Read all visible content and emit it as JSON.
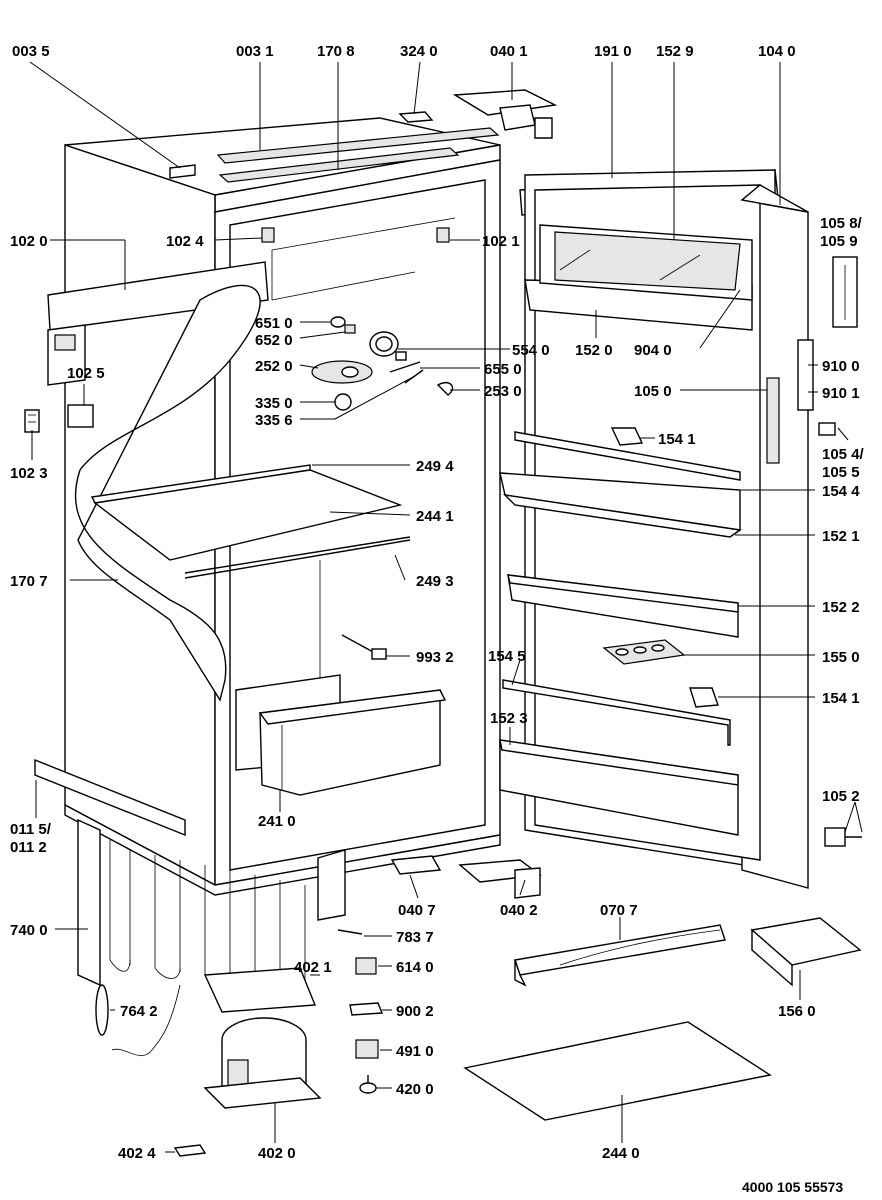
{
  "diagram": {
    "document_code": "4000 105 55573",
    "labels": [
      {
        "id": "l0035",
        "text": "003 5"
      },
      {
        "id": "l0031",
        "text": "003 1"
      },
      {
        "id": "l1708",
        "text": "170 8"
      },
      {
        "id": "l3240",
        "text": "324 0"
      },
      {
        "id": "l0401",
        "text": "040 1"
      },
      {
        "id": "l1910",
        "text": "191 0"
      },
      {
        "id": "l1529",
        "text": "152 9"
      },
      {
        "id": "l1040",
        "text": "104 0"
      },
      {
        "id": "l1020",
        "text": "102 0"
      },
      {
        "id": "l1024",
        "text": "102 4"
      },
      {
        "id": "l1021",
        "text": "102 1"
      },
      {
        "id": "l1058a",
        "text": "105 8/"
      },
      {
        "id": "l1058b",
        "text": "105 9"
      },
      {
        "id": "l6510",
        "text": "651 0"
      },
      {
        "id": "l6520",
        "text": "652 0"
      },
      {
        "id": "l5540",
        "text": "554 0"
      },
      {
        "id": "l2520",
        "text": "252 0"
      },
      {
        "id": "l6550",
        "text": "655 0"
      },
      {
        "id": "l1520",
        "text": "152 0"
      },
      {
        "id": "l9040",
        "text": "904 0"
      },
      {
        "id": "l9100",
        "text": "910 0"
      },
      {
        "id": "l1025",
        "text": "102 5"
      },
      {
        "id": "l2530",
        "text": "253 0"
      },
      {
        "id": "l1050",
        "text": "105 0"
      },
      {
        "id": "l9101",
        "text": "910 1"
      },
      {
        "id": "l3350",
        "text": "335 0"
      },
      {
        "id": "l3356",
        "text": "335 6"
      },
      {
        "id": "l1023",
        "text": "102 3"
      },
      {
        "id": "l1541a",
        "text": "154 1"
      },
      {
        "id": "l1054a",
        "text": "105 4/"
      },
      {
        "id": "l1054b",
        "text": "105 5"
      },
      {
        "id": "l2494",
        "text": "249 4"
      },
      {
        "id": "l1544",
        "text": "154 4"
      },
      {
        "id": "l2441",
        "text": "244 1"
      },
      {
        "id": "l1521",
        "text": "152 1"
      },
      {
        "id": "l1707",
        "text": "170 7"
      },
      {
        "id": "l2493",
        "text": "249 3"
      },
      {
        "id": "l1522",
        "text": "152 2"
      },
      {
        "id": "l9932",
        "text": "993 2"
      },
      {
        "id": "l1545",
        "text": "154 5"
      },
      {
        "id": "l1550",
        "text": "155 0"
      },
      {
        "id": "l1541b",
        "text": "154 1"
      },
      {
        "id": "l1523",
        "text": "152 3"
      },
      {
        "id": "l1052",
        "text": "105 2"
      },
      {
        "id": "l0115a",
        "text": "011 5/"
      },
      {
        "id": "l0115b",
        "text": "011 2"
      },
      {
        "id": "l2410",
        "text": "241 0"
      },
      {
        "id": "l0407",
        "text": "040 7"
      },
      {
        "id": "l0402",
        "text": "040 2"
      },
      {
        "id": "l0707",
        "text": "070 7"
      },
      {
        "id": "l7400",
        "text": "740 0"
      },
      {
        "id": "l7837",
        "text": "783 7"
      },
      {
        "id": "l4021",
        "text": "402 1"
      },
      {
        "id": "l6140",
        "text": "614 0"
      },
      {
        "id": "l1560",
        "text": "156 0"
      },
      {
        "id": "l7642",
        "text": "764 2"
      },
      {
        "id": "l9002",
        "text": "900 2"
      },
      {
        "id": "l4910",
        "text": "491 0"
      },
      {
        "id": "l4200",
        "text": "420 0"
      },
      {
        "id": "l4024",
        "text": "402 4"
      },
      {
        "id": "l4020",
        "text": "402 0"
      },
      {
        "id": "l2440",
        "text": "244 0"
      }
    ]
  }
}
